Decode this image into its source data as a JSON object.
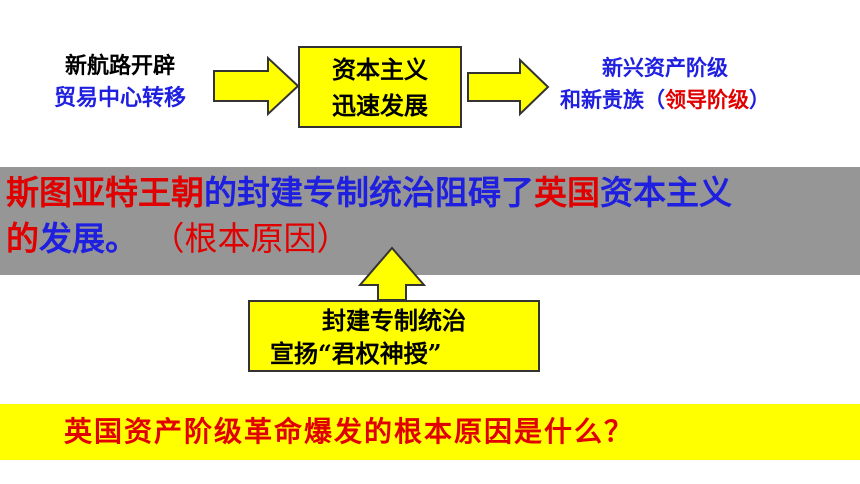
{
  "causes": {
    "line1": "新航路开辟",
    "line2": "贸易中心转移"
  },
  "result_box": {
    "line1": "资本主义",
    "line2": "迅速发展"
  },
  "class_text": {
    "line1": "新兴资产阶级",
    "line2_prefix": "和新贵族（",
    "line2_highlight": "领导阶级",
    "line2_suffix": "）"
  },
  "main_statement": {
    "seg1": "斯图亚特王朝",
    "seg2": "的封建专制统治阻碍了",
    "seg3": "英国",
    "seg4": "资本主义",
    "seg5": "的",
    "seg6": "发展。",
    "note": "（根本原因）"
  },
  "feudal_box": {
    "line1": "封建专制统治",
    "line2": "宣扬“君权神授”"
  },
  "question": "英国资产阶级革命爆发的根本原因是什么？",
  "colors": {
    "yellow": "#ffff00",
    "gray": "#969696",
    "blue": "#1f1fe0",
    "red": "#e00000"
  }
}
